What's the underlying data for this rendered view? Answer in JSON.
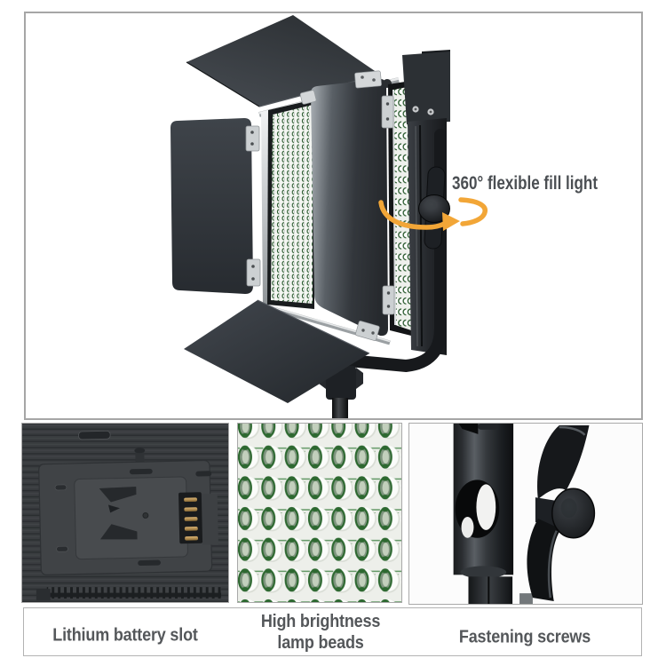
{
  "figure": {
    "subject": "led-panel-video-light-with-barn-doors",
    "annotations": {
      "rotate_label": "360° flexible fill light"
    },
    "icons": {
      "rotation_arrow": "curved-orange-rotation-arrow"
    }
  },
  "captions": [
    {
      "id": "battery",
      "text": "Lithium battery slot"
    },
    {
      "id": "beads",
      "line1": "High brightness",
      "line2": "lamp beads"
    },
    {
      "id": "screws",
      "text": "Fastening screws"
    }
  ],
  "colors": {
    "accent_orange": "#F2A637",
    "annotation_text": "#4b4f53",
    "caption_text": "#54575a",
    "border_gray": "#a6a6a6",
    "door_dark": "#33373c",
    "led_green": "#2d6830"
  }
}
